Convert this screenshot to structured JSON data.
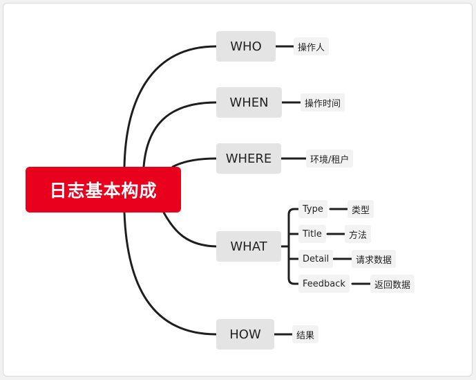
{
  "root": {
    "label": "日志基本构成"
  },
  "branches": [
    {
      "label": "WHO",
      "leaf": "操作人"
    },
    {
      "label": "WHEN",
      "leaf": "操作时间"
    },
    {
      "label": "WHERE",
      "leaf": "环境/租户"
    },
    {
      "label": "WHAT",
      "children": [
        {
          "label": "Type",
          "leaf": "类型"
        },
        {
          "label": "Title",
          "leaf": "方法"
        },
        {
          "label": "Detail",
          "leaf": "请求数据"
        },
        {
          "label": "Feedback",
          "leaf": "返回数据"
        }
      ]
    },
    {
      "label": "HOW",
      "leaf": "结果"
    }
  ],
  "colors": {
    "root": "#e8001c",
    "link": "#1e1e1e"
  }
}
